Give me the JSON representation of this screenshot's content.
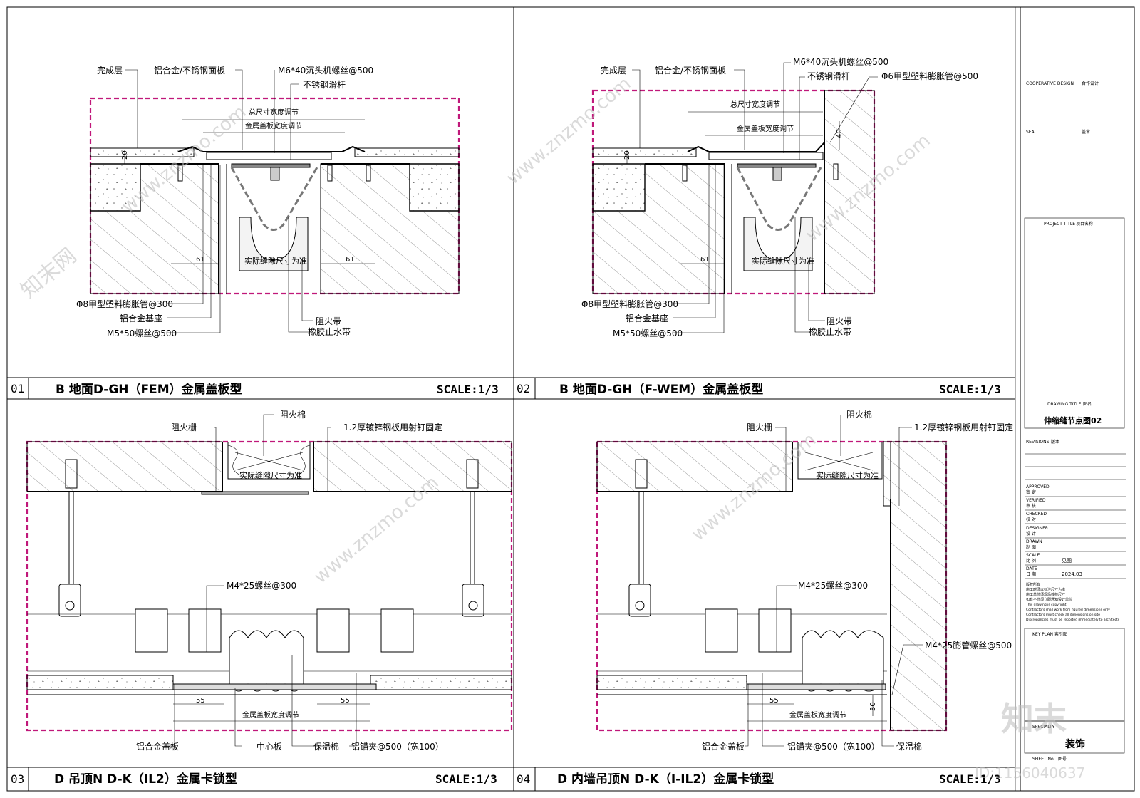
{
  "title_block": {
    "cooperative_design": "COOPERATIVE DESIGN",
    "cooperative_design_cn": "合作设计",
    "seal": "SEAL",
    "seal_cn": "盖章",
    "project_title": "PROJECT TITLE",
    "project_title_cn": "项目名称",
    "drawing_title": "DRAWING TITLE",
    "drawing_title_cn": "图名",
    "drawing_name": "伸缩缝节点图02",
    "revisions": "REVISIONS",
    "revisions_cn": "版本",
    "approved": "APPROVED",
    "approved_cn": "审  定",
    "verified": "VERIFIED",
    "verified_cn": "审  核",
    "checked": "CHECKED",
    "checked_cn": "校  对",
    "designer": "DESIGNER",
    "designer_cn": "设  计",
    "drawn": "DRAWN",
    "drawn_cn": "制  图",
    "scale": "SCALE",
    "scale_cn": "比  例",
    "scale_value": "见图",
    "date": "DATE",
    "date_cn": "日  期",
    "date_value": "2024.03",
    "notes": [
      "版权所有",
      "施工时须以标注尺寸为准",
      "施工单位须现场校核尺寸",
      "如有不符须立即通知设计单位",
      "This drawing is copyright",
      "Contractors shall work from figured dimensions only",
      "Contractors must check all dimensions on site",
      "Discrepancies must be reported immediately to architects"
    ],
    "key_plan": "KEY PLAN",
    "key_plan_cn": "索引图",
    "speciality": "SPECIALTY",
    "speciality_value": "装饰",
    "sheet_no": "SHEET No.",
    "sheet_no_cn": "图号"
  },
  "panels": [
    {
      "num": "01",
      "title": "B 地面D-GH（FEM）金属盖板型",
      "scale": "SCALE:1/3"
    },
    {
      "num": "02",
      "title": "B 地面D-GH（F-WEM）金属盖板型",
      "scale": "SCALE:1/3"
    },
    {
      "num": "03",
      "title": "D 吊顶N D-K（IL2）金属卡锁型",
      "scale": "SCALE:1/3"
    },
    {
      "num": "04",
      "title": "D 内墙吊顶N D-K（I-IL2）金属卡锁型",
      "scale": "SCALE:1/3"
    }
  ],
  "detail01": {
    "finish_layer": "完成层",
    "cover_plate": "铝合金/不锈钢面板",
    "countersunk_screw": "M6*40沉头机螺丝@500",
    "slide_bar": "不锈钢滑杆",
    "total_width": "总尺寸宽度调节",
    "cover_width": "金属盖板宽度调节",
    "dim_20": "20",
    "dim_61_left": "61",
    "dim_61_right": "61",
    "actual_gap": "实际缝隙尺寸为准",
    "expansion_tube": "Φ8甲型塑料膨胀管@300",
    "base_seat": "铝合金基座",
    "screw_m5": "M5*50螺丝@500",
    "fire_belt": "阻火带",
    "rubber_belt": "橡胶止水带"
  },
  "detail02": {
    "finish_layer": "完成层",
    "cover_plate": "铝合金/不锈钢面板",
    "countersunk_screw": "M6*40沉头机螺丝@500",
    "slide_bar": "不锈钢滑杆",
    "expansion_tube_top": "Φ6甲型塑料膨胀管@500",
    "total_width": "总尺寸宽度调节",
    "cover_width": "金属盖板宽度调节",
    "dim_20": "20",
    "dim_40": "40",
    "dim_61": "61",
    "actual_gap": "实际缝隙尺寸为准",
    "expansion_tube": "Φ8甲型塑料膨胀管@300",
    "base_seat": "铝合金基座",
    "screw_m5": "M5*50螺丝@500",
    "fire_belt": "阻火带",
    "rubber_belt": "橡胶止水带"
  },
  "detail03": {
    "fire_grille": "阻火栅",
    "fire_cotton": "阻火棉",
    "galv_plate": "1.2厚镀锌钢板用射钉固定",
    "actual_gap": "实际缝隙尺寸为准",
    "screw_m4": "M4*25螺丝@300",
    "dim_55_left": "55",
    "dim_55_right": "55",
    "cover_width": "金属盖板宽度调节",
    "cover_plate": "铝合金盖板",
    "center_plate": "中心板",
    "insulation": "保温棉",
    "clip": "铝锚夹@500（宽100）"
  },
  "detail04": {
    "fire_grille": "阻火栅",
    "fire_cotton": "阻火棉",
    "galv_plate": "1.2厚镀锌钢板用射钉固定",
    "actual_gap": "实际缝隙尺寸为准",
    "screw_m4": "M4*25螺丝@300",
    "expansion_screw": "M4*25膨管螺丝@500",
    "dim_55": "55",
    "dim_30": "30",
    "cover_width": "金属盖板宽度调节",
    "cover_plate": "铝合金盖板",
    "clip": "铝锚夹@500（宽100）",
    "insulation": "保温棉"
  },
  "watermarks": {
    "site": "www.znzmo.com",
    "cn": "知末网",
    "logo": "知末",
    "id": "ID:1156040637"
  }
}
